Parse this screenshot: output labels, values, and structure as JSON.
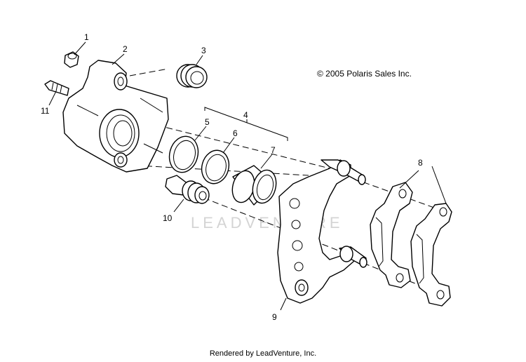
{
  "copyright": "© 2005 Polaris Sales Inc.",
  "footer": "Rendered by LeadVenture, Inc.",
  "watermark": "LEADVENTURE",
  "callouts": {
    "c1": "1",
    "c2": "2",
    "c3": "3",
    "c4": "4",
    "c5": "5",
    "c6": "6",
    "c7": "7",
    "c8": "8",
    "c9": "9",
    "c10": "10",
    "c11": "11"
  }
}
